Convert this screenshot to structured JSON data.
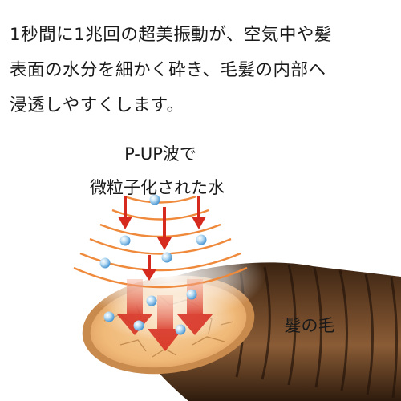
{
  "description": {
    "line1": "1秒間に1兆回の超美振動が、空気中や髪",
    "line2": "表面の水分を細かく砕き、毛髪の内部へ",
    "line3": "浸透しやすくします。"
  },
  "diagram": {
    "wave_label_line1": "P-UP波で",
    "wave_label_line2": "微粒子化された水",
    "hair_label": "髪の毛"
  },
  "colors": {
    "wave": "#ef8a3c",
    "arrow": "#d62a1e",
    "droplet": "#5aa6da",
    "hair_bark": "#5a3a22",
    "hair_core": "#f2c48a",
    "glow": "#ffffff"
  },
  "icons": [
    "water-droplet-icon",
    "down-arrow-icon"
  ]
}
